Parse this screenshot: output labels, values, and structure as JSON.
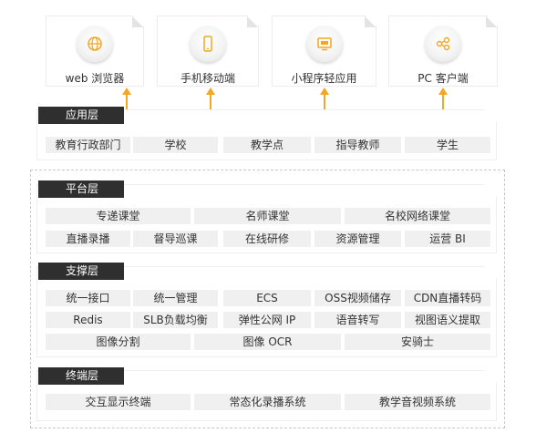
{
  "top_cards": [
    {
      "label": "web 浏览器",
      "icon": "browser-globe-icon"
    },
    {
      "label": "手机移动端",
      "icon": "mobile-phone-icon"
    },
    {
      "label": "小程序轻应用",
      "icon": "mini-program-icon"
    },
    {
      "label": "PC 客户端",
      "icon": "pc-client-share-icon"
    }
  ],
  "application_layer": {
    "title": "应用层",
    "items": [
      "教育行政部门",
      "学校",
      "教学点",
      "指导教师",
      "学生"
    ]
  },
  "platform_layer": {
    "title": "平台层",
    "row1": [
      "专递课堂",
      "名师课堂",
      "名校网络课堂"
    ],
    "row2": [
      "直播录播",
      "督导巡课",
      "在线研修",
      "资源管理",
      "运营 BI"
    ]
  },
  "support_layer": {
    "title": "支撑层",
    "row1": [
      "统一接口",
      "统一管理",
      "ECS",
      "OSS视频储存",
      "CDN直播转码"
    ],
    "row2": [
      "Redis",
      "SLB负载均衡",
      "弹性公网 IP",
      "语音转写",
      "视图语义提取"
    ],
    "row3": [
      "图像分割",
      "图像 OCR",
      "安骑士"
    ]
  },
  "terminal_layer": {
    "title": "终端层",
    "items": [
      "交互显示终端",
      "常态化录播系统",
      "教学音视频系统"
    ]
  },
  "colors": {
    "accent": "#f5a623",
    "tag_background": "#2f2f2f",
    "cell_background": "#f0f0f0"
  }
}
